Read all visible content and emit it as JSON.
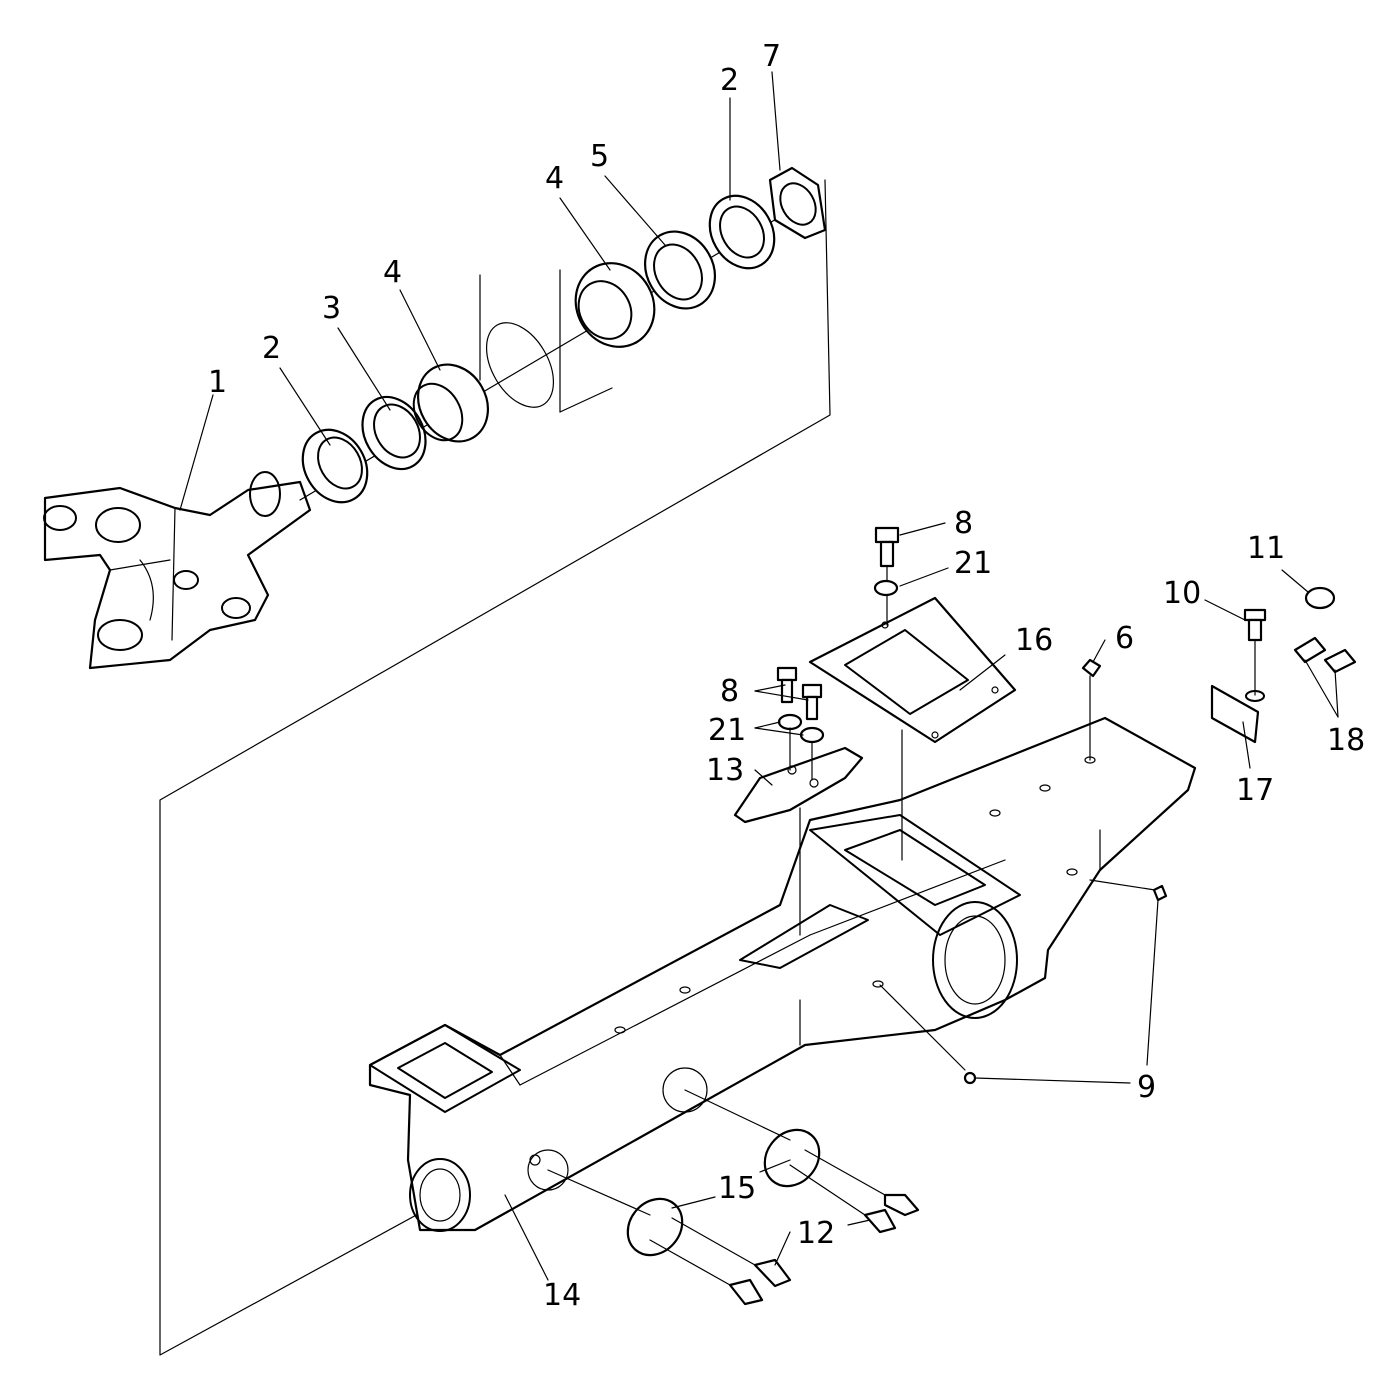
{
  "callouts": [
    {
      "id": "c1",
      "text": "1"
    },
    {
      "id": "c2a",
      "text": "2"
    },
    {
      "id": "c3",
      "text": "3"
    },
    {
      "id": "c4a",
      "text": "4"
    },
    {
      "id": "c4b",
      "text": "4"
    },
    {
      "id": "c5",
      "text": "5"
    },
    {
      "id": "c2b",
      "text": "2"
    },
    {
      "id": "c7",
      "text": "7"
    },
    {
      "id": "c8a",
      "text": "8"
    },
    {
      "id": "c21a",
      "text": "21"
    },
    {
      "id": "c16",
      "text": "16"
    },
    {
      "id": "c6",
      "text": "6"
    },
    {
      "id": "c11",
      "text": "11"
    },
    {
      "id": "c10",
      "text": "10"
    },
    {
      "id": "c8b",
      "text": "8"
    },
    {
      "id": "c21b",
      "text": "21"
    },
    {
      "id": "c13",
      "text": "13"
    },
    {
      "id": "c18",
      "text": "18"
    },
    {
      "id": "c17",
      "text": "17"
    },
    {
      "id": "c9",
      "text": "9"
    },
    {
      "id": "c15",
      "text": "15"
    },
    {
      "id": "c12",
      "text": "12"
    },
    {
      "id": "c14",
      "text": "14"
    }
  ]
}
